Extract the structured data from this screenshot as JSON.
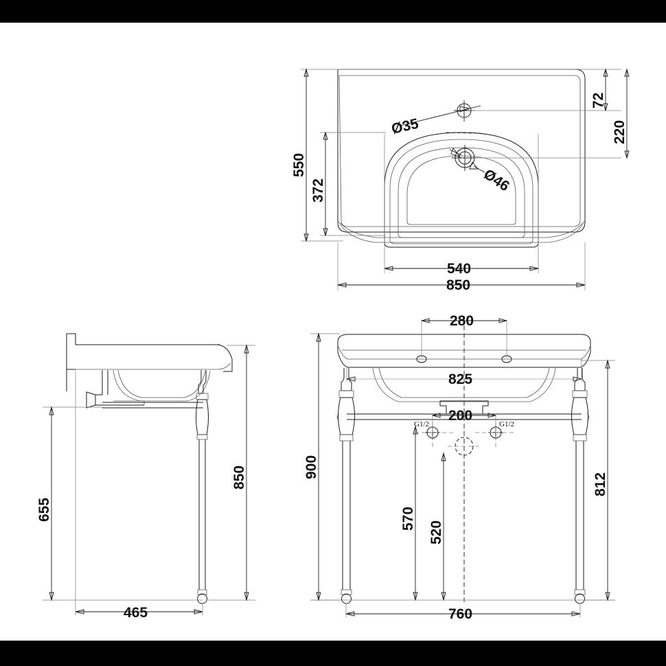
{
  "drawing": {
    "title": "Washbasin console technical drawing",
    "units": "mm",
    "background": "#ffffff",
    "line_color": "#1a1a1a",
    "band_color": "#000000"
  },
  "views": {
    "top": {
      "name": "top-view",
      "dimensions": {
        "overall_width": "850",
        "bowl_width": "540",
        "overall_depth": "550",
        "bowl_depth": "372",
        "rear_edge_to_tap": "72",
        "rear_edge_to_waste": "220",
        "tap_hole_dia": "Ø35",
        "waste_hole_dia": "Ø46"
      }
    },
    "side": {
      "name": "side-view",
      "dimensions": {
        "overall_height": "850",
        "underside_height": "655",
        "depth": "465"
      }
    },
    "front": {
      "name": "front-view",
      "dimensions": {
        "tap_hole_spacing": "280",
        "basin_width": "825",
        "supply_spacing": "200",
        "overall_height": "900",
        "leg_height": "812",
        "supply_height": "570",
        "waste_height": "520",
        "leg_spacing": "760",
        "supply_left_label": "G1/2",
        "supply_right_label": "G1/2"
      }
    }
  }
}
